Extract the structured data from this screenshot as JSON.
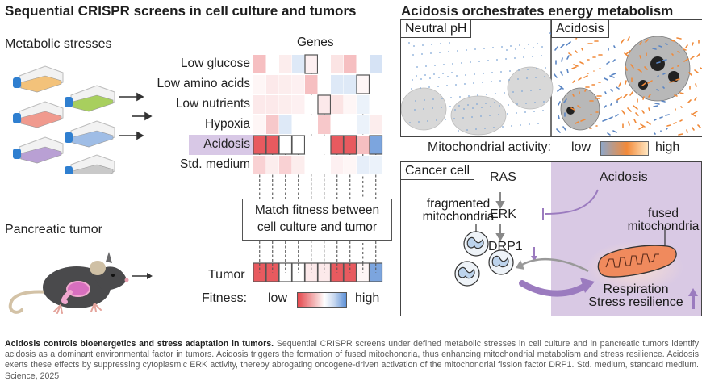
{
  "left_panel": {
    "title": "Sequential CRISPR screens in cell culture and tumors",
    "metabolic_stresses_label": "Metabolic stresses",
    "pancreatic_tumor_label": "Pancreatic tumor",
    "genes_label": "Genes",
    "match_box_line1": "Match fitness between",
    "match_box_line2": "cell culture and tumor",
    "tumor_row_label": "Tumor",
    "fitness_legend": {
      "label": "Fitness:",
      "low": "low",
      "high": "high",
      "low_color": "#e5484d",
      "high_color": "#5b8fd6"
    },
    "flask_colors": [
      "#f3c27a",
      "#a8cf5e",
      "#f09a8e",
      "#9fbde6",
      "#b9a0d4",
      "#c9c9c9"
    ],
    "highlight_color": "#d8c8e6"
  },
  "heatmap": {
    "type": "heatmap",
    "rows": [
      "Low glucose",
      "Low amino acids",
      "Low nutrients",
      "Hypoxia",
      "Acidosis",
      "Std. medium"
    ],
    "highlighted_row": "Acidosis",
    "n_genes": 10,
    "scale": "fitness: -1 = low (red), 0 = neutral (white), +1 = high (blue)",
    "values": [
      [
        -0.35,
        0.0,
        -0.1,
        0.2,
        -0.08,
        0.0,
        -0.15,
        -0.35,
        0.0,
        0.25
      ],
      [
        -0.05,
        -0.12,
        -0.1,
        -0.08,
        -0.35,
        0.0,
        0.2,
        0.2,
        -0.05,
        0.0
      ],
      [
        -0.12,
        -0.12,
        -0.1,
        -0.08,
        0.0,
        -0.12,
        -0.15,
        -0.05,
        0.12,
        0.0
      ],
      [
        -0.05,
        -0.3,
        0.2,
        0.0,
        0.0,
        -0.3,
        0.0,
        0.0,
        0.12,
        -0.1
      ],
      [
        -0.9,
        -0.9,
        0.0,
        0.0,
        0.0,
        0.0,
        -0.9,
        -0.9,
        -0.35,
        0.8
      ],
      [
        -0.25,
        -0.1,
        -0.25,
        -0.1,
        0.0,
        0.0,
        -0.08,
        -0.05,
        0.15,
        0.12
      ]
    ],
    "outlined_cells": [
      [
        0,
        4
      ],
      [
        1,
        8
      ],
      [
        2,
        5
      ],
      [
        4,
        0
      ],
      [
        4,
        1
      ],
      [
        4,
        2
      ],
      [
        4,
        3
      ],
      [
        4,
        6
      ],
      [
        4,
        7
      ],
      [
        4,
        9
      ]
    ],
    "tumor_row": [
      -0.9,
      -0.9,
      0.0,
      0.0,
      -0.12,
      -0.12,
      -0.9,
      -0.9,
      -0.05,
      0.8
    ]
  },
  "right_panel": {
    "title": "Acidosis orchestrates energy metabolism",
    "image_left_label": "Neutral pH",
    "image_right_label": "Acidosis",
    "activity_legend": {
      "label": "Mitochondrial activity:",
      "low": "low",
      "high": "high"
    },
    "pathway": {
      "box_label": "Cancer cell",
      "ras": "RAS",
      "erk": "ERK",
      "drp1": "DRP1",
      "acidosis": "Acidosis",
      "fragmented_line1": "fragmented",
      "fragmented_line2": "mitochondria",
      "fused_line1": "fused",
      "fused_line2": "mitochondria",
      "outcome_line1": "Respiration",
      "outcome_line2": "Stress resilience",
      "acidic_region_color": "#d9c9e4",
      "arrow_purple": "#9b7bbf",
      "mito_orange": "#f08a5d"
    }
  },
  "caption": {
    "bold": "Acidosis controls bioenergetics and stress adaptation in tumors.",
    "text": " Sequential CRISPR screens under defined metabolic stresses in cell culture and in pancreatic tumors identify acidosis as a dominant environmental factor in tumors. Acidosis triggers the formation of fused mitochondria, thus enhancing mitochondrial metabolism and stress resilience. Acidosis exerts these effects by suppressing cytoplasmic ERK activity, thereby abrogating oncogene-driven activation of the mitochondrial fission factor DRP1. Std. medium, standard medium. Science, 2025"
  }
}
